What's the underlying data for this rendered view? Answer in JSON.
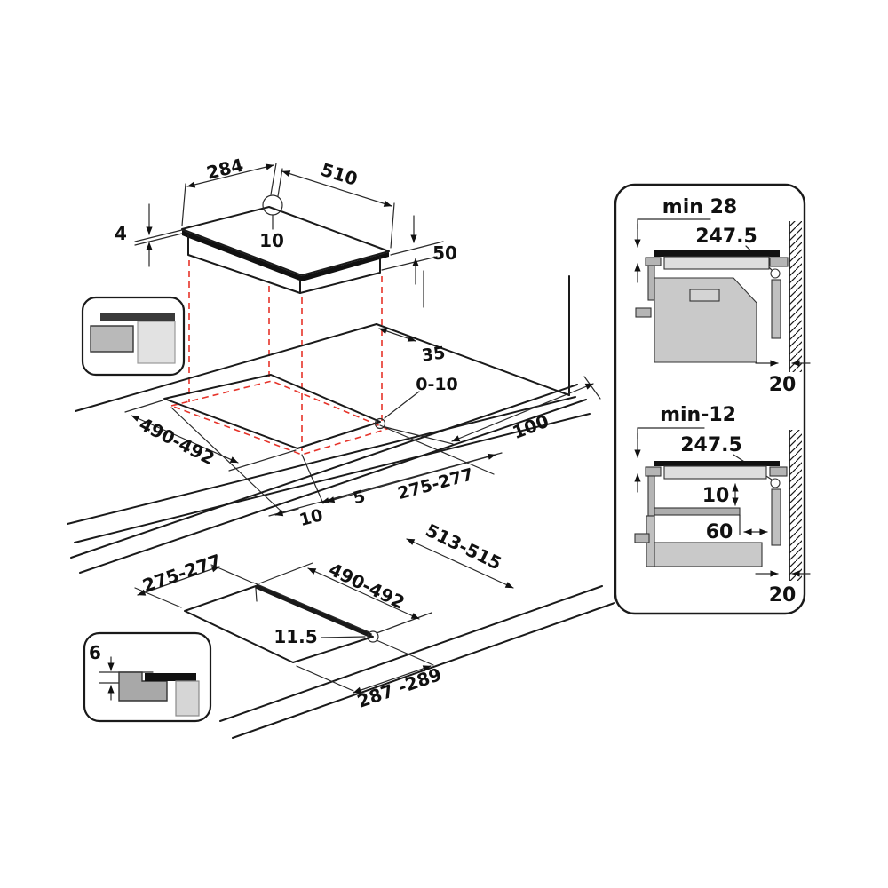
{
  "title": "Hob installation dimensions diagram",
  "colors": {
    "line": "#1a1a1a",
    "projection_red": "#e63329",
    "glass_black": "#111111",
    "gray_light": "#dedede",
    "gray_mid": "#c9c9c9",
    "gray_dark": "#a8a8a8"
  },
  "iso_view": {
    "dim_284": "284",
    "dim_510": "510",
    "dim_10": "10",
    "dim_4": "4",
    "dim_50": "50"
  },
  "counter_view": {
    "dim_35": "35",
    "dim_0_10": "0-10",
    "dim_100": "100",
    "dim_490": "490-492",
    "dim_10": "10",
    "dim_5": "5",
    "dim_275": "275-277"
  },
  "flat_view": {
    "dim_275": "275-277",
    "dim_490": "490-492",
    "dim_513": "513-515",
    "dim_115": "11.5",
    "dim_287": "287 -289"
  },
  "flush_inset": {
    "dim_6": "6"
  },
  "section_top": {
    "title": "min 28",
    "dim_2475": "247.5",
    "dim_20": "20"
  },
  "section_bottom": {
    "title": "min-12",
    "dim_2475": "247.5",
    "dim_10": "10",
    "dim_60": "60",
    "dim_20": "20"
  }
}
